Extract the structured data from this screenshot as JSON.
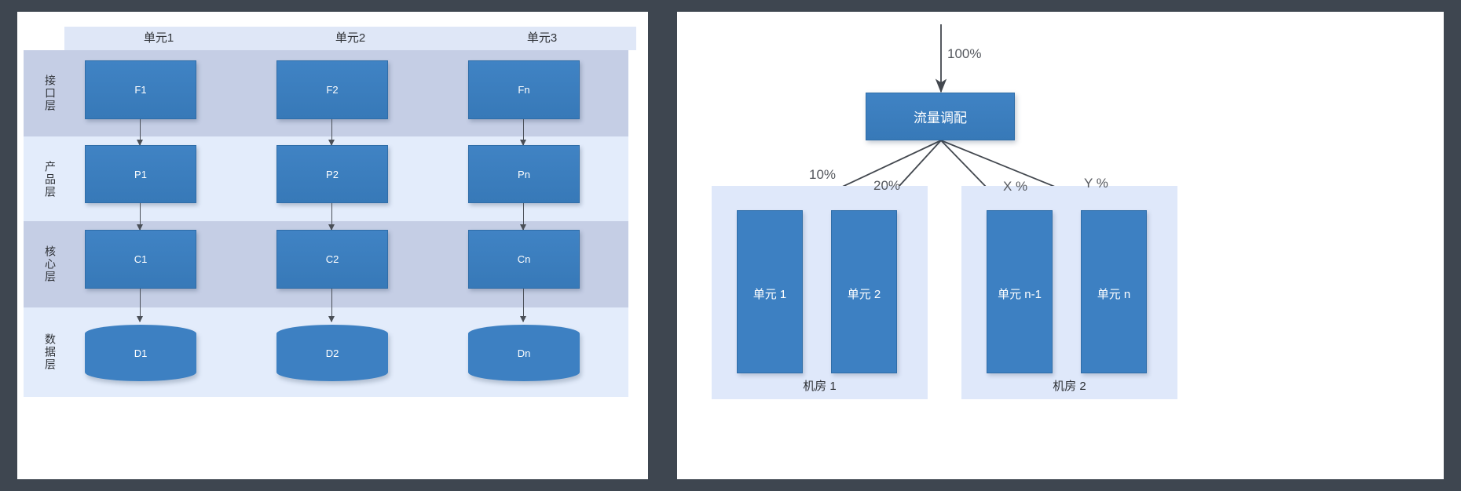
{
  "canvas": {
    "background_color": "#3e4650",
    "card_color": "#ffffff",
    "node_blue": "#3d80c2",
    "band_dark": "#c5cee5",
    "band_light": "#e3ecfb",
    "band_header": "#dfe7f7"
  },
  "left_diagram": {
    "column_headers": [
      "单元1",
      "单元2",
      "单元3"
    ],
    "row_labels": [
      "接口层",
      "产品层",
      "核心层",
      "数据层"
    ],
    "nodes": [
      [
        "F1",
        "F2",
        "Fn"
      ],
      [
        "P1",
        "P2",
        "Pn"
      ],
      [
        "C1",
        "C2",
        "Cn"
      ],
      [
        "D1",
        "D2",
        "Dn"
      ]
    ]
  },
  "right_diagram": {
    "inbound_label": "100%",
    "dispatcher_label": "流量调配",
    "datacenters": [
      {
        "label": "机房 1",
        "units": [
          {
            "name": "单元 1",
            "percent": "10%"
          },
          {
            "name": "单元 2",
            "percent": "20%"
          }
        ]
      },
      {
        "label": "机房 2",
        "units": [
          {
            "name": "单元 n-1",
            "percent": "X %"
          },
          {
            "name": "单元 n",
            "percent": "Y %"
          }
        ]
      }
    ]
  }
}
